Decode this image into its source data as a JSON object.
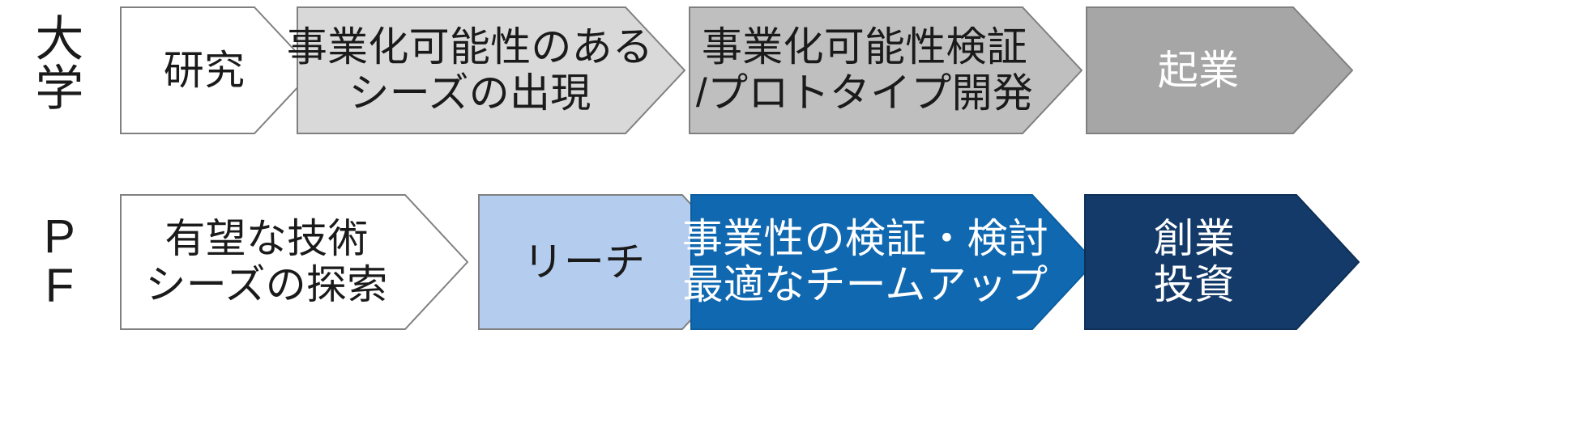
{
  "diagram": {
    "type": "two-track-chevron-process-flow",
    "background": "#ffffff",
    "rows": [
      {
        "id": "university",
        "label": "大\n学",
        "label_plain": "大学",
        "steps": [
          {
            "id": "research",
            "text": "研究",
            "fill": "#ffffff",
            "stroke": "#808080",
            "text_color": "#1a1a1a"
          },
          {
            "id": "seeds-emergence",
            "text": "事業化可能性のある\nシーズの出現",
            "fill": "#D9D9D9",
            "stroke": "#808080",
            "text_color": "#1a1a1a"
          },
          {
            "id": "feasibility-prototype",
            "text": "事業化可能性検証\n/プロトタイプ開発",
            "fill": "#BFBFBF",
            "stroke": "#808080",
            "text_color": "#1a1a1a"
          },
          {
            "id": "startup-founding",
            "text": "起業",
            "fill": "#A6A6A6",
            "stroke": "#808080",
            "text_color": "#ffffff"
          }
        ]
      },
      {
        "id": "pf",
        "label": "P\nF",
        "label_plain": "PF",
        "steps": [
          {
            "id": "tech-seed-search",
            "text": "有望な技術\nシーズの探索",
            "fill": "#ffffff",
            "stroke": "#808080",
            "text_color": "#1a1a1a"
          },
          {
            "id": "reach",
            "text": "リーチ",
            "fill": "#B4CDEF",
            "stroke": "#808080",
            "text_color": "#1a1a1a"
          },
          {
            "id": "business-validation-teamup",
            "text": "事業性の検証・検討\n最適なチームアップ",
            "fill": "#1068B0",
            "stroke": "#0D5D9E",
            "text_color": "#ffffff"
          },
          {
            "id": "founding-investment",
            "text": "創業\n投資",
            "fill": "#133A68",
            "stroke": "#0F2F55",
            "text_color": "#ffffff"
          }
        ]
      }
    ]
  }
}
